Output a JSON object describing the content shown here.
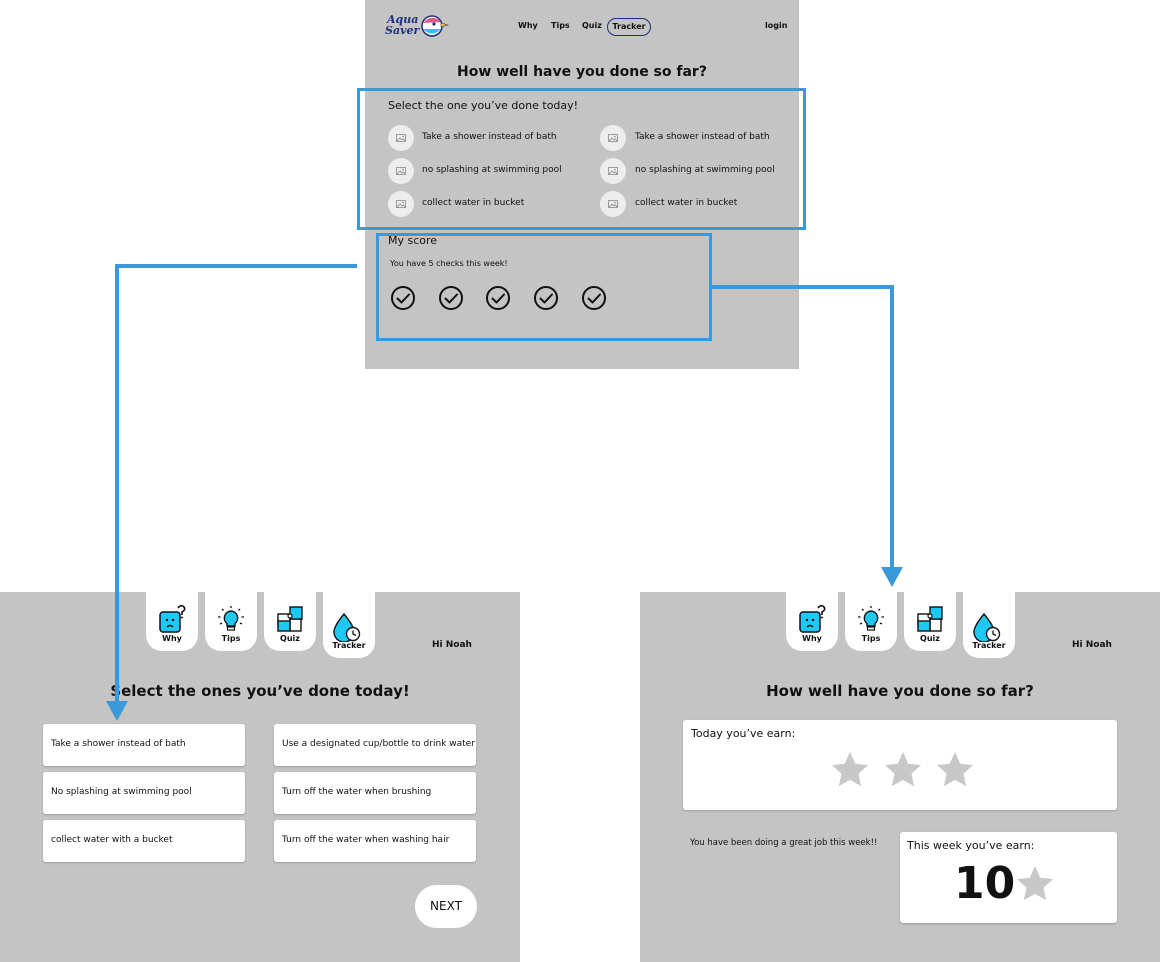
{
  "top": {
    "logo": {
      "line1": "Aqua",
      "line2": "Saver"
    },
    "nav": [
      "Why",
      "Tips",
      "Quiz",
      "Tracker"
    ],
    "active_nav": "Tracker",
    "login": "login",
    "title": "How well have you done so far?",
    "select_prompt": "Select the one you’ve done today!",
    "activities_left": [
      "Take a shower instead of bath",
      "no splashing at swimming pool",
      "collect water in bucket"
    ],
    "activities_right": [
      "Take a shower instead of bath",
      "no splashing at swimming pool",
      "collect water in bucket"
    ],
    "score_label": "My score",
    "score_text": "You have 5 checks this week!",
    "checks": 5
  },
  "tabs": [
    {
      "label": "Why",
      "icon": "question-face-icon"
    },
    {
      "label": "Tips",
      "icon": "lightbulb-icon"
    },
    {
      "label": "Quiz",
      "icon": "puzzle-icon"
    },
    {
      "label": "Tracker",
      "icon": "water-drop-clock-icon"
    }
  ],
  "greeting": "Hi Noah",
  "left_screen": {
    "title": "Select the ones you’ve done today!",
    "options_left": [
      "Take a shower instead of bath",
      "No splashing at swimming pool",
      "collect water with a bucket"
    ],
    "options_right": [
      "Use a designated cup/bottle to drink water",
      "Turn off the water when brushing",
      "Turn off the water when washing hair"
    ],
    "next_label": "NEXT"
  },
  "right_screen": {
    "title": "How well have you done so far?",
    "today_label": "Today you’ve earn:",
    "today_stars": 3,
    "message": "You have been doing a great job this week!!",
    "week_label": "This week  you’ve earn:",
    "week_count": "10"
  },
  "colors": {
    "panel_bg": "#c4c4c4",
    "arrow_blue": "#3a9ad9",
    "icon_cyan": "#1fc8f2",
    "star_grey": "#c8c8c8",
    "logo_navy": "#1f2f7a"
  }
}
